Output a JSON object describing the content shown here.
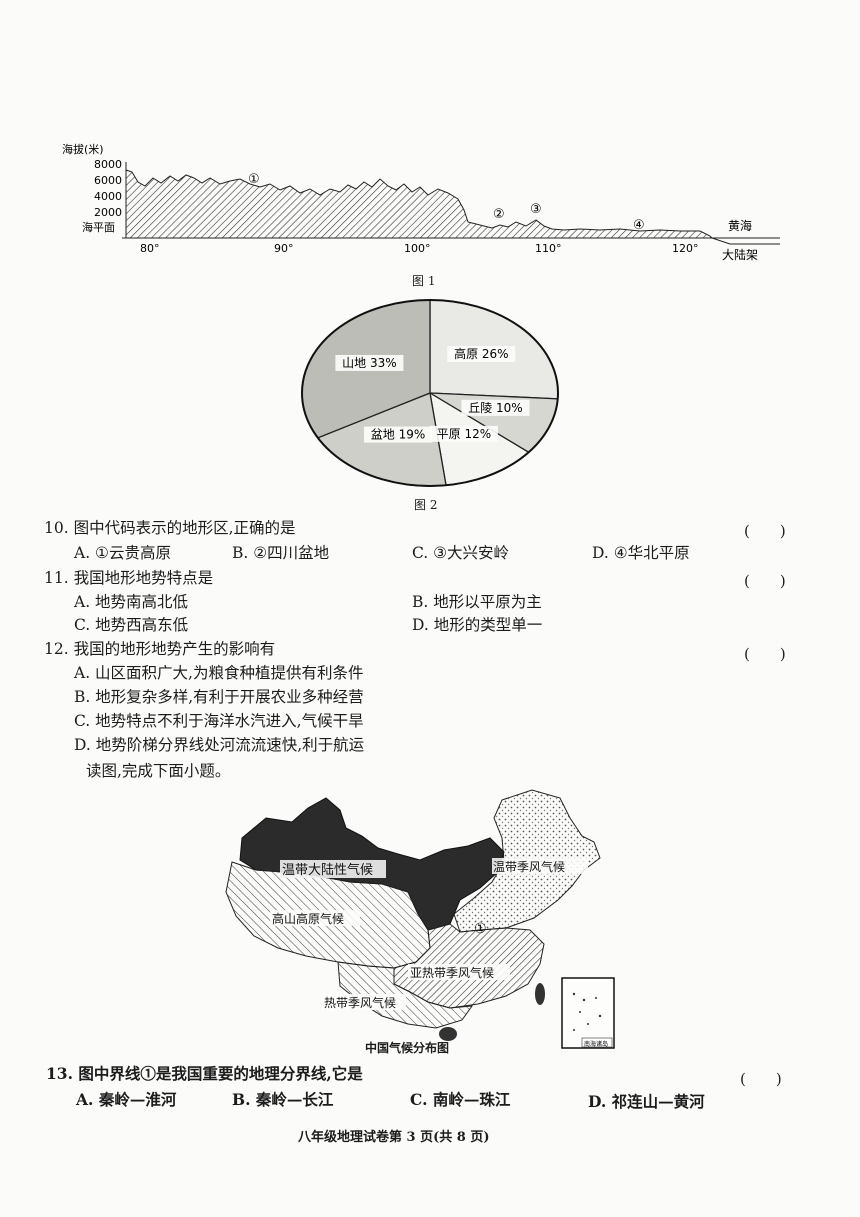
{
  "figure1": {
    "ylabel": "海拔(米)",
    "yticks": [
      "8000",
      "6000",
      "4000",
      "2000",
      "海平面"
    ],
    "xticks": [
      "80°",
      "90°",
      "100°",
      "110°",
      "120°"
    ],
    "markers": [
      "①",
      "②",
      "③",
      "④"
    ],
    "sea_label": "黄海",
    "shelf_label": "大陆架",
    "caption": "图 1"
  },
  "figure2": {
    "caption": "图 2",
    "chart_data": {
      "type": "pie",
      "categories": [
        "高原",
        "丘陵",
        "平原",
        "盆地",
        "山地"
      ],
      "values": [
        26,
        10,
        12,
        19,
        33
      ],
      "value_labels": [
        "26%",
        "10%",
        "12%",
        "19%",
        "33%"
      ]
    }
  },
  "q10": {
    "stem": "10. 图中代码表示的地形区,正确的是",
    "bracket": "(　　)",
    "options": [
      "A. ①云贵高原",
      "B. ②四川盆地",
      "C. ③大兴安岭",
      "D. ④华北平原"
    ]
  },
  "q11": {
    "stem": "11. 我国地形地势特点是",
    "bracket": "(　　)",
    "options": [
      "A. 地势南高北低",
      "B. 地形以平原为主",
      "C. 地势西高东低",
      "D. 地形的类型单一"
    ]
  },
  "q12": {
    "stem": "12. 我国的地形地势产生的影响有",
    "bracket": "(　　)",
    "options": [
      "A. 山区面积广大,为粮食种植提供有利条件",
      "B. 地形复杂多样,有利于开展农业多种经营",
      "C. 地势特点不利于海洋水汽进入,气候干旱",
      "D. 地势阶梯分界线处河流流速快,利于航运"
    ]
  },
  "instruction": "读图,完成下面小题。",
  "map": {
    "labels": {
      "temperate_continental": "温带大陆性气候",
      "temperate_monsoon": "温带季风气候",
      "plateau": "高山高原气候",
      "subtropical": "亚热带季风气候",
      "tropical": "热带季风气候"
    },
    "marker": "①",
    "caption": "中国气候分布图",
    "inset_label": "南海诸岛"
  },
  "q13": {
    "stem": "13. 图中界线①是我国重要的地理分界线,它是",
    "bracket": "(　　)",
    "options": [
      "A. 秦岭—淮河",
      "B. 秦岭—长江",
      "C. 南岭—珠江",
      "D. 祁连山—黄河"
    ]
  },
  "footer": "八年级地理试卷第 3 页(共 8 页)"
}
